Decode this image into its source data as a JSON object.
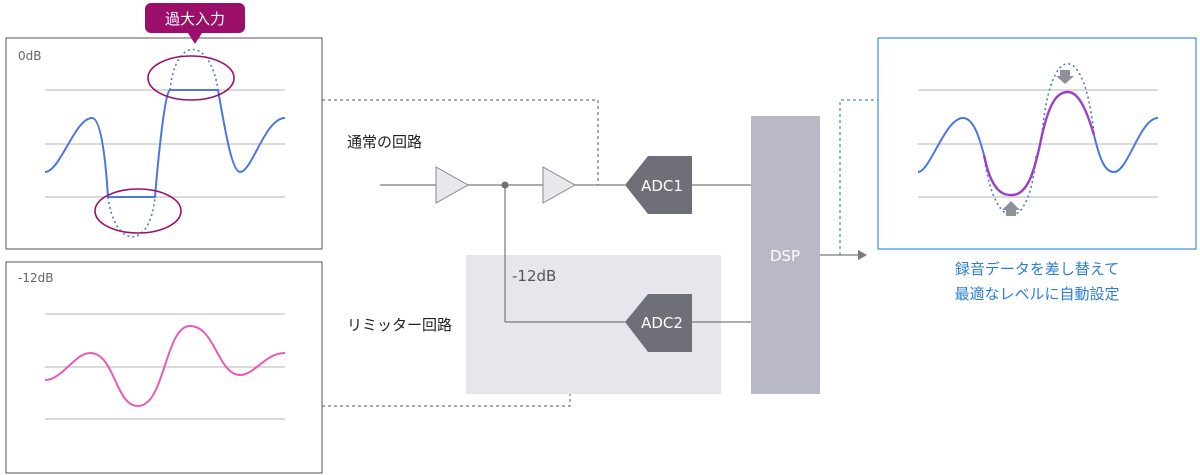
{
  "callout": {
    "label": "過大入力"
  },
  "panels": {
    "top_left": {
      "label": "0dB"
    },
    "bottom_left": {
      "label": "-12dB"
    }
  },
  "paths": {
    "normal_label": "通常の回路",
    "limiter_label": "リミッター回路",
    "limiter_gain": "-12dB"
  },
  "blocks": {
    "adc1": "ADC1",
    "adc2": "ADC2",
    "dsp": "DSP"
  },
  "result": {
    "line1": "録音データを差し替えて",
    "line2": "最適なレベルに自動設定"
  },
  "colors": {
    "blue_wave": "#4a78e0",
    "pink_wave": "#e85cb4",
    "purple_wave": "#9a3fc8",
    "callout": "#9b0f6b",
    "result_text": "#2b7fd6",
    "result_border": "#3b8fe0",
    "block_gray": "#6f6f77",
    "dsp_gray": "#b8b8c6",
    "limiter_bg": "#e6e6ec"
  }
}
